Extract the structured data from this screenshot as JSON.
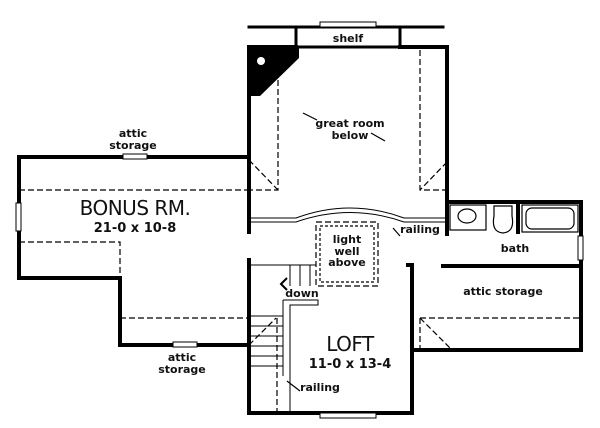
{
  "plan": {
    "rooms": {
      "bonus": {
        "name": "BONUS RM.",
        "dims": "21-0 x 10-8"
      },
      "loft": {
        "name": "LOFT",
        "dims": "11-0 x 13-4"
      },
      "great_room": {
        "label": "great room\nbelow"
      },
      "light_well": {
        "label": "light\nwell\nabove"
      },
      "bath": {
        "label": "bath"
      },
      "attic_right": {
        "label": "attic storage"
      },
      "attic_top": {
        "label": "attic\nstorage"
      },
      "attic_bottom": {
        "label": "attic\nstorage"
      }
    },
    "annotations": {
      "shelf": "shelf",
      "railing_right": "railing",
      "railing_loft": "railing",
      "down": "down"
    },
    "colors": {
      "wall": "#000000",
      "background": "#ffffff"
    }
  }
}
